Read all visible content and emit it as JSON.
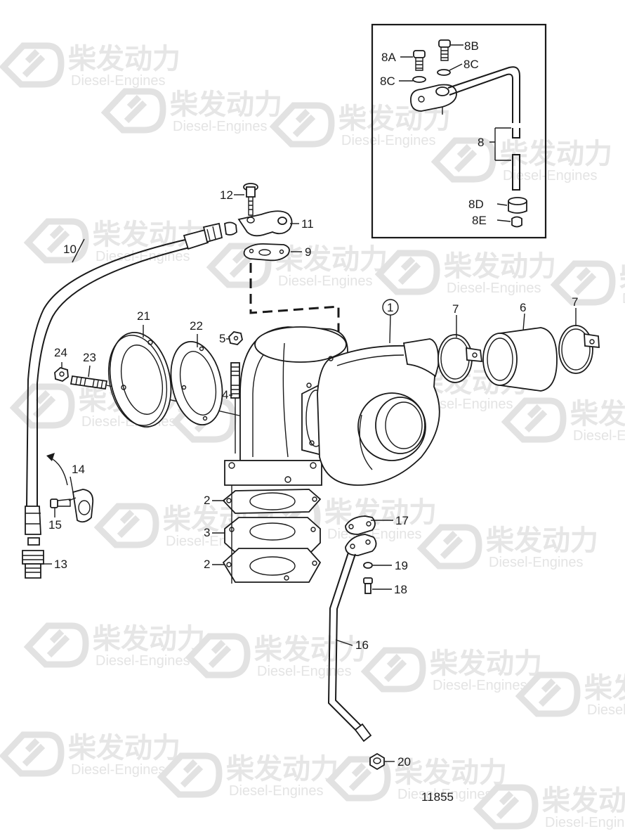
{
  "drawing_number": "11855",
  "watermark": {
    "cn": "柴发动力",
    "en": "Diesel-Engines"
  },
  "labels": {
    "p1": "1",
    "p2a": "2",
    "p2b": "2",
    "p3": "3",
    "p4": "4",
    "p5": "5",
    "p6": "6",
    "p7a": "7",
    "p7b": "7",
    "p8": "8",
    "p8A": "8A",
    "p8B": "8B",
    "p8Ca": "8C",
    "p8Cb": "8C",
    "p8D": "8D",
    "p8E": "8E",
    "p9": "9",
    "p10": "10",
    "p11": "11",
    "p12": "12",
    "p13": "13",
    "p14": "14",
    "p15": "15",
    "p16": "16",
    "p17": "17",
    "p18": "18",
    "p19": "19",
    "p20": "20",
    "p21": "21",
    "p22": "22",
    "p23": "23",
    "p24": "24"
  }
}
